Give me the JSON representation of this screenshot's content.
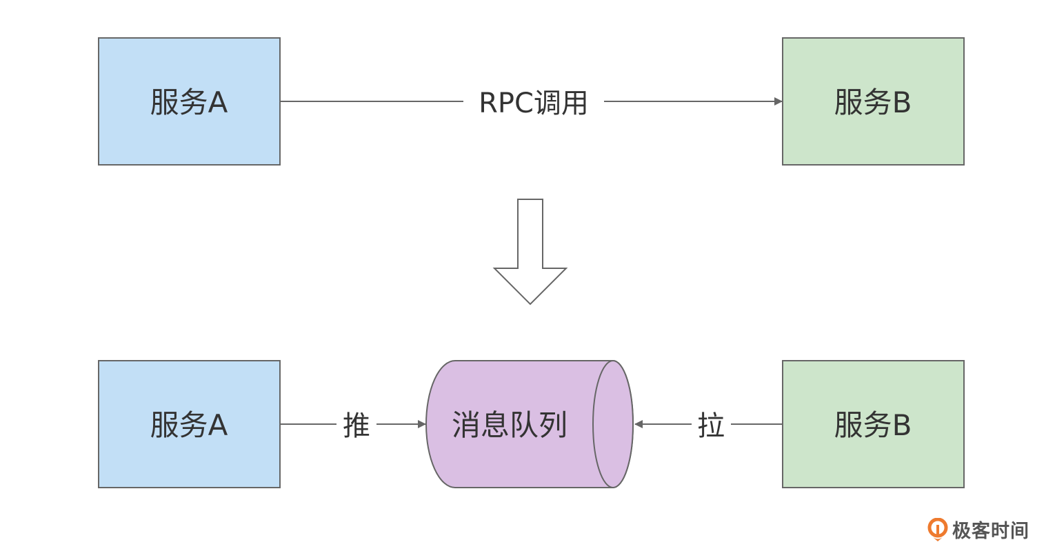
{
  "diagram": {
    "top_row": {
      "service_a": "服务A",
      "service_b": "服务B",
      "edge_label": "RPC调用"
    },
    "bottom_row": {
      "service_a": "服务A",
      "service_b": "服务B",
      "queue": "消息队列",
      "push_label": "推",
      "pull_label": "拉"
    },
    "colors": {
      "service_a_fill": "#c2dff6",
      "service_b_fill": "#cde5cb",
      "queue_fill": "#dabfe3",
      "stroke": "#666666"
    }
  },
  "watermark": {
    "brand": "极客时间",
    "brand_color": "#ee7a2e"
  }
}
